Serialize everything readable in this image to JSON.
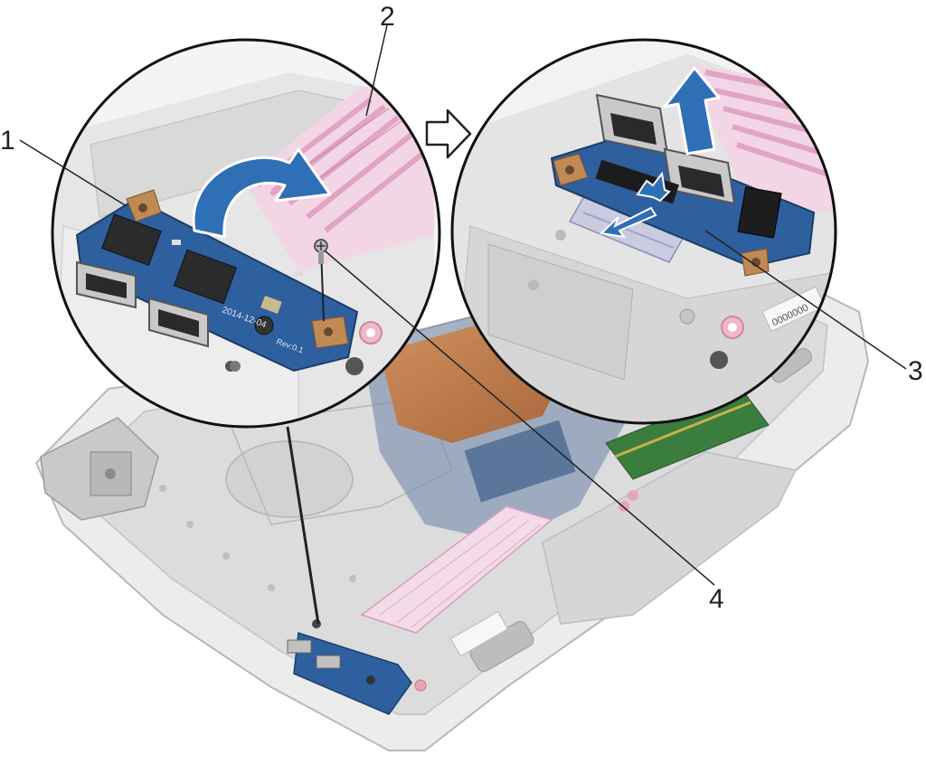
{
  "callouts": [
    {
      "id": "1",
      "label": "1"
    },
    {
      "id": "2",
      "label": "2"
    },
    {
      "id": "3",
      "label": "3"
    },
    {
      "id": "4",
      "label": "4"
    }
  ],
  "board_print": {
    "date": "2014-12-04",
    "rev": "Rev:0.1",
    "code": "0000000"
  },
  "colors": {
    "board_blue": "#2e5f9e",
    "arrow_blue": "#2f6fb6",
    "chassis": "#e4e4e4",
    "cable_pink": "#e9b7d4"
  },
  "icons": [
    "rotate-arrow-icon",
    "lift-arrow-icon",
    "push-arrow-icon",
    "next-step-arrow-icon"
  ]
}
